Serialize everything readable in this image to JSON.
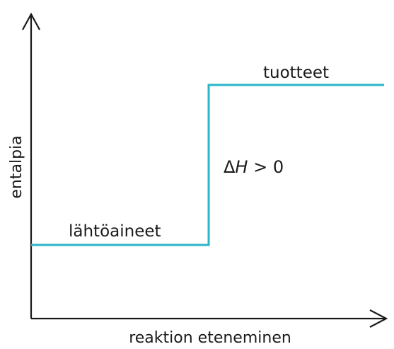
{
  "axes": {
    "y_label": "entalpia",
    "x_label": "reaktion eteneminen"
  },
  "levels": {
    "reactants_label": "lähtöaineet",
    "products_label": "tuotteet"
  },
  "delta_h": {
    "symbol": "Δ",
    "variable": "H",
    "relation": " > 0"
  },
  "colors": {
    "axis": "#1a1a1a",
    "line": "#29b6c8",
    "text": "#1a1a1a"
  }
}
